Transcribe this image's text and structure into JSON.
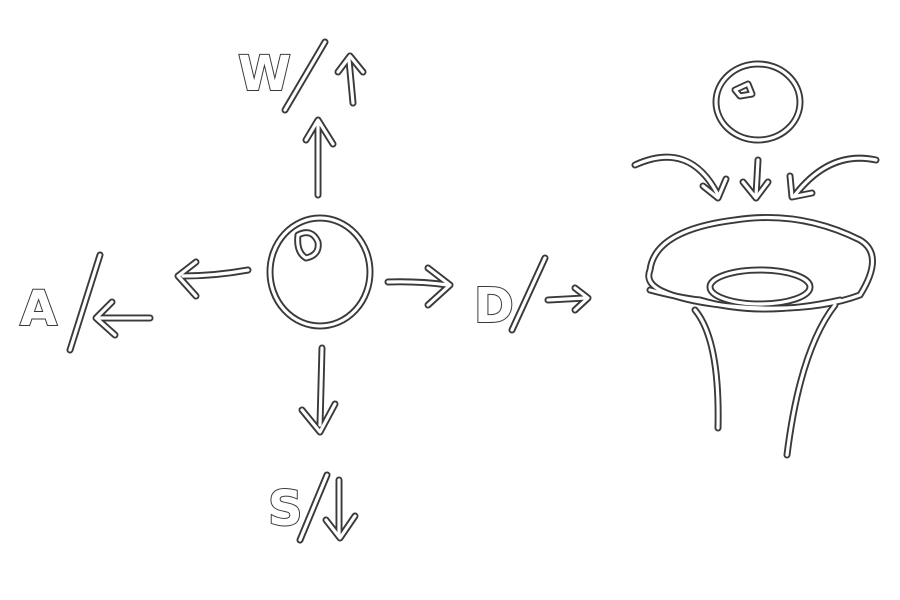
{
  "keys": {
    "up": {
      "key": "W",
      "glyph": "↑"
    },
    "left": {
      "key": "A",
      "glyph": "←"
    },
    "right": {
      "key": "D",
      "glyph": "→"
    },
    "down": {
      "key": "S",
      "glyph": "↓"
    }
  },
  "colors": {
    "ink_outline": "#3a3a3a",
    "ink_fill": "#ffffff",
    "background": "#ffffff"
  },
  "icons": [
    "ball-icon",
    "direction-arrow-icon",
    "funnel-icon"
  ]
}
